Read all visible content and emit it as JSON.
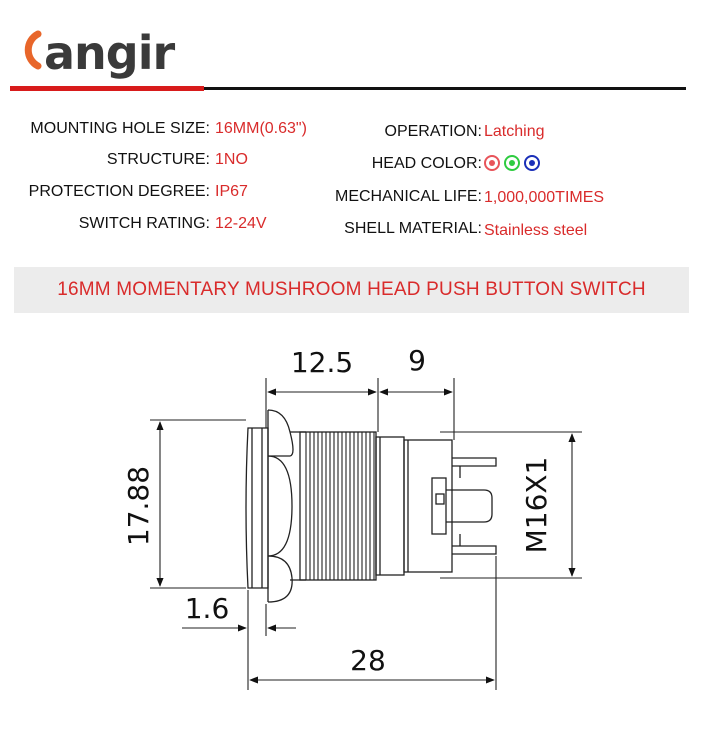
{
  "brand": {
    "name": "angir"
  },
  "specs_left": [
    {
      "label": "MOUNTING HOLE SIZE:",
      "value": "16MM(0.63\")"
    },
    {
      "label": "STRUCTURE:",
      "value": "1NO"
    },
    {
      "label": "PROTECTION DEGREE:",
      "value": "IP67"
    },
    {
      "label": "SWITCH RATING:",
      "value": "12-24V"
    }
  ],
  "specs_right": [
    {
      "label": "OPERATION:",
      "value": "Latching"
    },
    {
      "label": "HEAD COLOR:",
      "colors": [
        "red",
        "green",
        "blue"
      ]
    },
    {
      "label": "MECHANICAL LIFE:",
      "value": "1,000,000TIMES"
    },
    {
      "label": "SHELL MATERIAL:",
      "value": "Stainless steel"
    }
  ],
  "colors": {
    "red": "#e8545a",
    "green": "#2ecc40",
    "blue": "#1a2fb8",
    "accent": "#d92b2b"
  },
  "banner_title": "16MM MOMENTARY MUSHROOM HEAD PUSH BUTTON SWITCH",
  "dimensions": {
    "head_to_thread": "12.5",
    "body": "9",
    "head_diameter": "17.88",
    "thread": "M16X1",
    "head_thickness": "1.6",
    "overall_length": "28"
  }
}
